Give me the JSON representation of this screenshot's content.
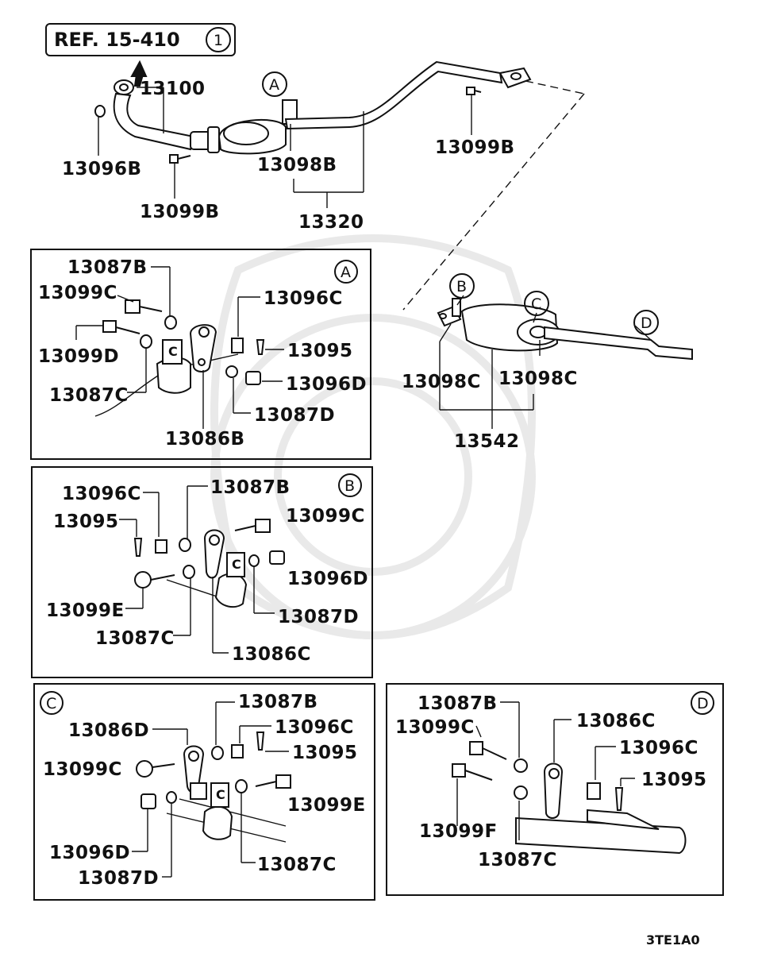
{
  "reference": {
    "text": "REF. 15-410",
    "number": "1"
  },
  "diagram_code": "3TE1A0",
  "top_labels": {
    "p13100": "13100",
    "p13096B": "13096B",
    "p13099B_left": "13099B",
    "p13098B": "13098B",
    "p13099B_right": "13099B",
    "p13320": "13320",
    "callout_A": "A"
  },
  "rear_labels": {
    "callout_B": "B",
    "callout_C": "C",
    "callout_D": "D",
    "p13098C_left": "13098C",
    "p13098C_right": "13098C",
    "p13542": "13542"
  },
  "panel_A": {
    "badge": "A",
    "p13087B": "13087B",
    "p13099C": "13099C",
    "p13099D": "13099D",
    "p13087C": "13087C",
    "p13086B": "13086B",
    "p13096C": "13096C",
    "p13095": "13095",
    "p13096D": "13096D",
    "p13087D": "13087D",
    "clamp_mark": "C"
  },
  "panel_B": {
    "badge": "B",
    "p13096C": "13096C",
    "p13087B": "13087B",
    "p13095": "13095",
    "p13099C": "13099C",
    "p13096D": "13096D",
    "p13099E": "13099E",
    "p13087D": "13087D",
    "p13087C": "13087C",
    "p13086C": "13086C",
    "clamp_mark": "C"
  },
  "panel_C": {
    "badge": "C",
    "p13087B": "13087B",
    "p13086D": "13086D",
    "p13096C": "13096C",
    "p13095": "13095",
    "p13099C": "13099C",
    "p13099E": "13099E",
    "p13096D": "13096D",
    "p13087C": "13087C",
    "p13087D": "13087D",
    "clamp_mark": "C"
  },
  "panel_D": {
    "badge": "D",
    "p13087B": "13087B",
    "p13099C": "13099C",
    "p13086C": "13086C",
    "p13096C": "13096C",
    "p13095": "13095",
    "p13099F": "13099F",
    "p13087C": "13087C"
  }
}
